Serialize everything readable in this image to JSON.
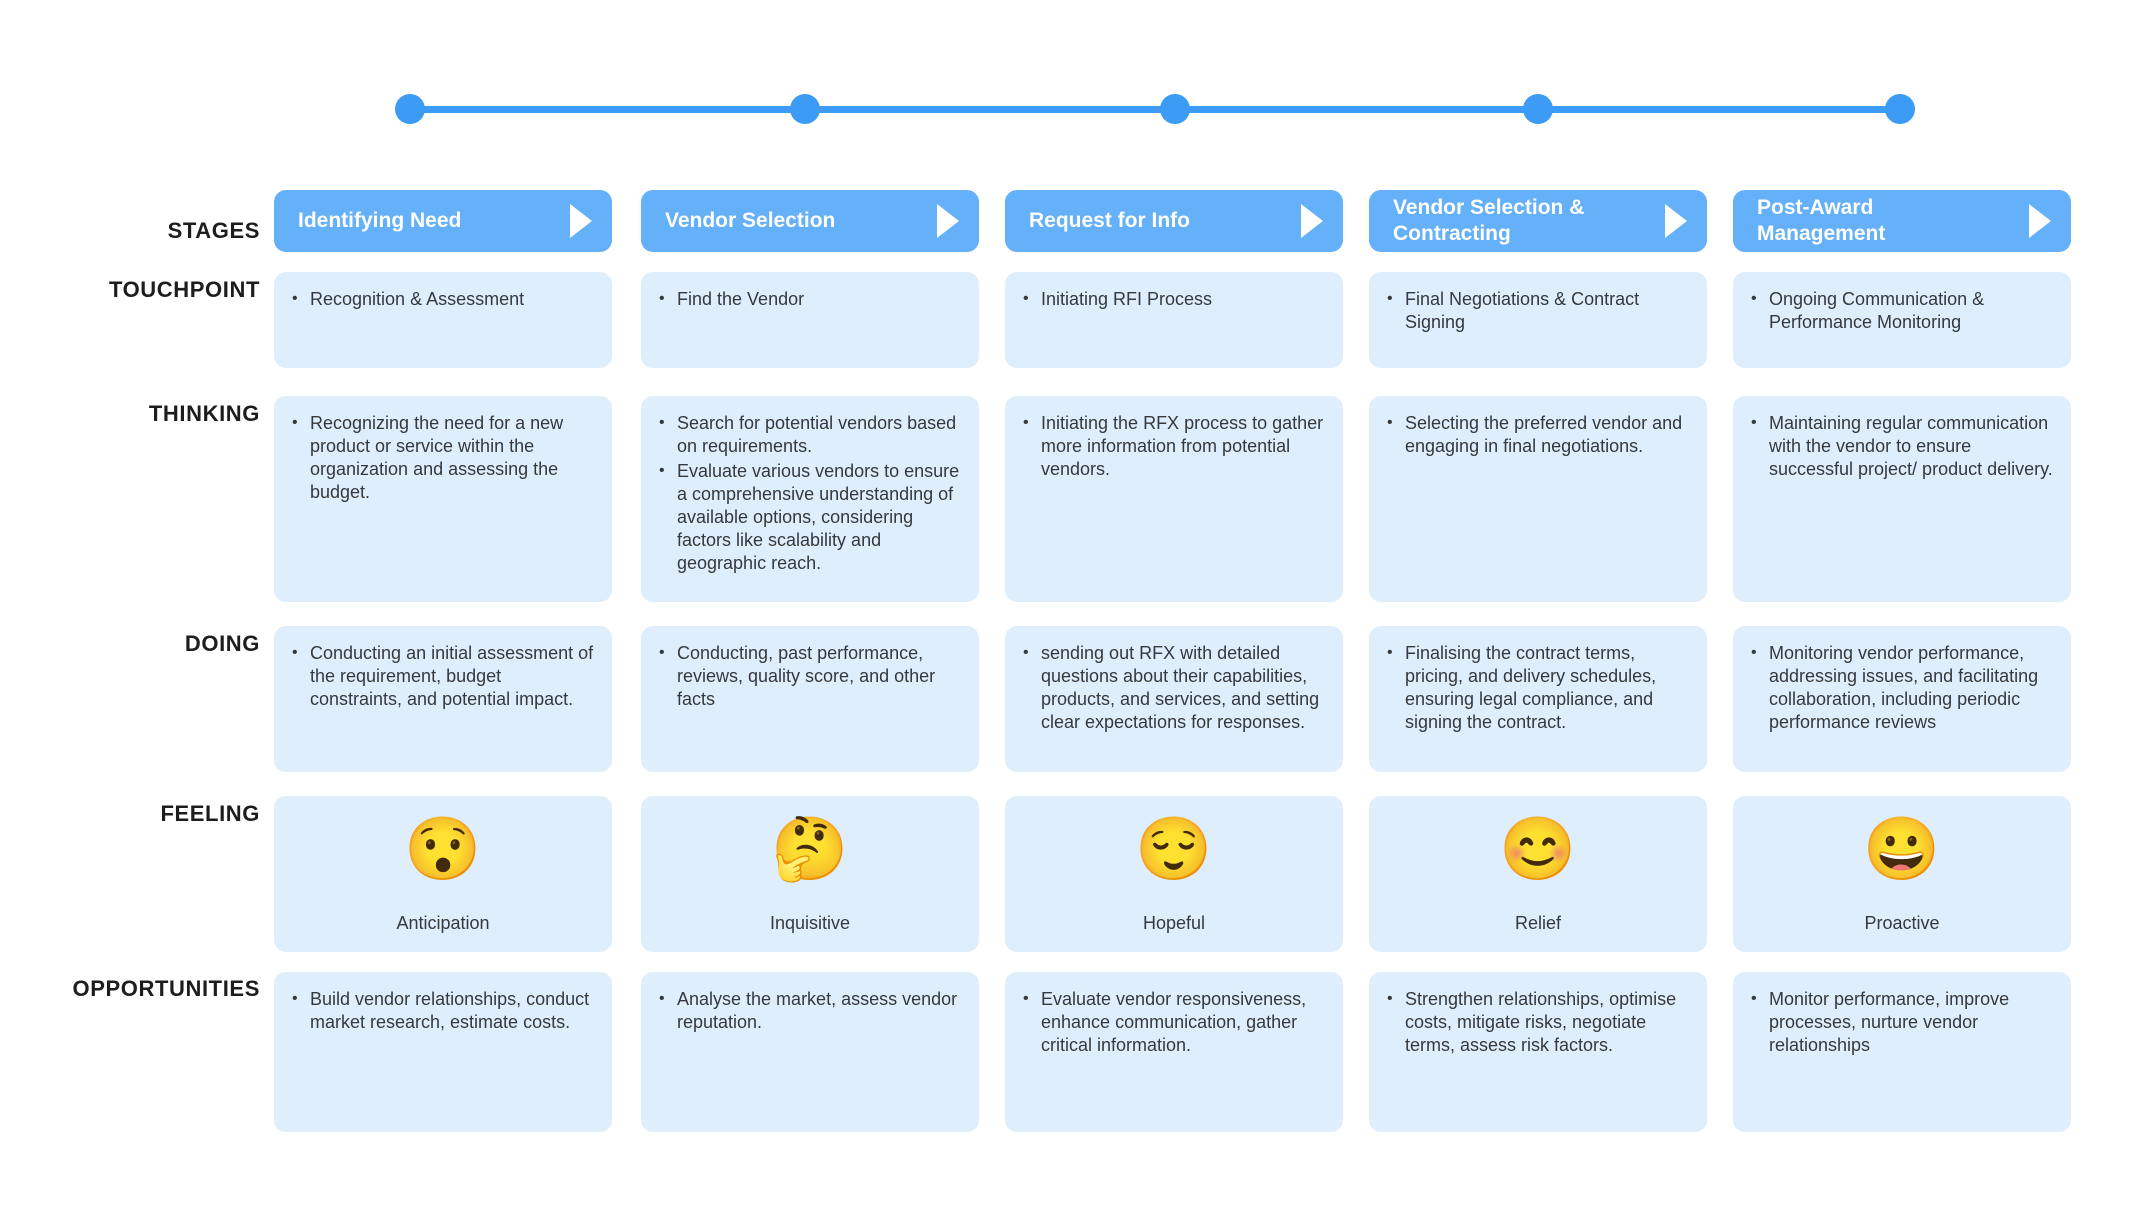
{
  "timeline": {
    "color": "#3b9bf5",
    "dot_count": 5,
    "dots": [
      "stage-1",
      "stage-2",
      "stage-3",
      "stage-4",
      "stage-5"
    ]
  },
  "colors": {
    "stage_header": "#64b0f9",
    "panel": "#dfeefc",
    "timeline": "#3b9bf5",
    "text": "#35393d",
    "label": "#1d1d1d"
  },
  "row_labels": {
    "stages": "STAGES",
    "touchpoint": "TOUCHPOINT",
    "thinking": "THINKING",
    "doing": "DOING",
    "feeling": "FEELING",
    "opportunities": "OPPORTUNITIES"
  },
  "stages": [
    {
      "title": "Identifying Need",
      "touchpoint": [
        "Recognition & Assessment"
      ],
      "thinking": [
        "Recognizing the need for a new product or service within the organization and assessing the budget."
      ],
      "doing": [
        "Conducting an initial assessment of the requirement, budget constraints, and potential impact."
      ],
      "feeling": {
        "emoji": "😯",
        "emoji_name": "hushed-face-emoji",
        "label": "Anticipation"
      },
      "opportunities": [
        "Build vendor relationships, conduct market research, estimate costs."
      ]
    },
    {
      "title": "Vendor Selection",
      "touchpoint": [
        "Find the Vendor"
      ],
      "thinking": [
        "Search for potential vendors based on  requirements.",
        "Evaluate various vendors to ensure a comprehensive understanding of available options, considering factors like scalability and geographic reach."
      ],
      "doing": [
        "Conducting, past performance, reviews, quality score, and other facts"
      ],
      "feeling": {
        "emoji": "🤔",
        "emoji_name": "thinking-face-emoji",
        "label": "Inquisitive"
      },
      "opportunities": [
        "Analyse the market, assess vendor reputation."
      ]
    },
    {
      "title": "Request for Info",
      "touchpoint": [
        "Initiating RFI Process"
      ],
      "thinking": [
        "Initiating the RFX process to gather more information from potential vendors."
      ],
      "doing": [
        "sending out RFX with detailed questions about their capabilities, products, and services, and setting clear expectations for responses."
      ],
      "feeling": {
        "emoji": "😌",
        "emoji_name": "relieved-face-emoji",
        "label": "Hopeful"
      },
      "opportunities": [
        "Evaluate vendor responsiveness, enhance communication, gather critical information."
      ]
    },
    {
      "title": "Vendor Selection &\nContracting",
      "touchpoint": [
        "Final Negotiations & Contract Signing"
      ],
      "thinking": [
        "Selecting the preferred vendor and engaging in final negotiations."
      ],
      "doing": [
        "Finalising the contract terms, pricing, and delivery schedules, ensuring legal compliance, and signing the contract."
      ],
      "feeling": {
        "emoji": "😊",
        "emoji_name": "smiling-face-smiling-eyes-emoji",
        "label": "Relief"
      },
      "opportunities": [
        "Strengthen relationships, optimise costs, mitigate risks, negotiate terms, assess risk factors."
      ]
    },
    {
      "title": "Post-Award\nManagement",
      "touchpoint": [
        "Ongoing Communication & Performance Monitoring"
      ],
      "thinking": [
        "Maintaining regular communication with the vendor to ensure successful project/ product delivery."
      ],
      "doing": [
        "Monitoring vendor performance, addressing issues, and facilitating collaboration, including periodic performance reviews"
      ],
      "feeling": {
        "emoji": "😀",
        "emoji_name": "grinning-face-emoji",
        "label": "Proactive"
      },
      "opportunities": [
        "Monitor performance, improve processes, nurture vendor relationships"
      ]
    }
  ]
}
